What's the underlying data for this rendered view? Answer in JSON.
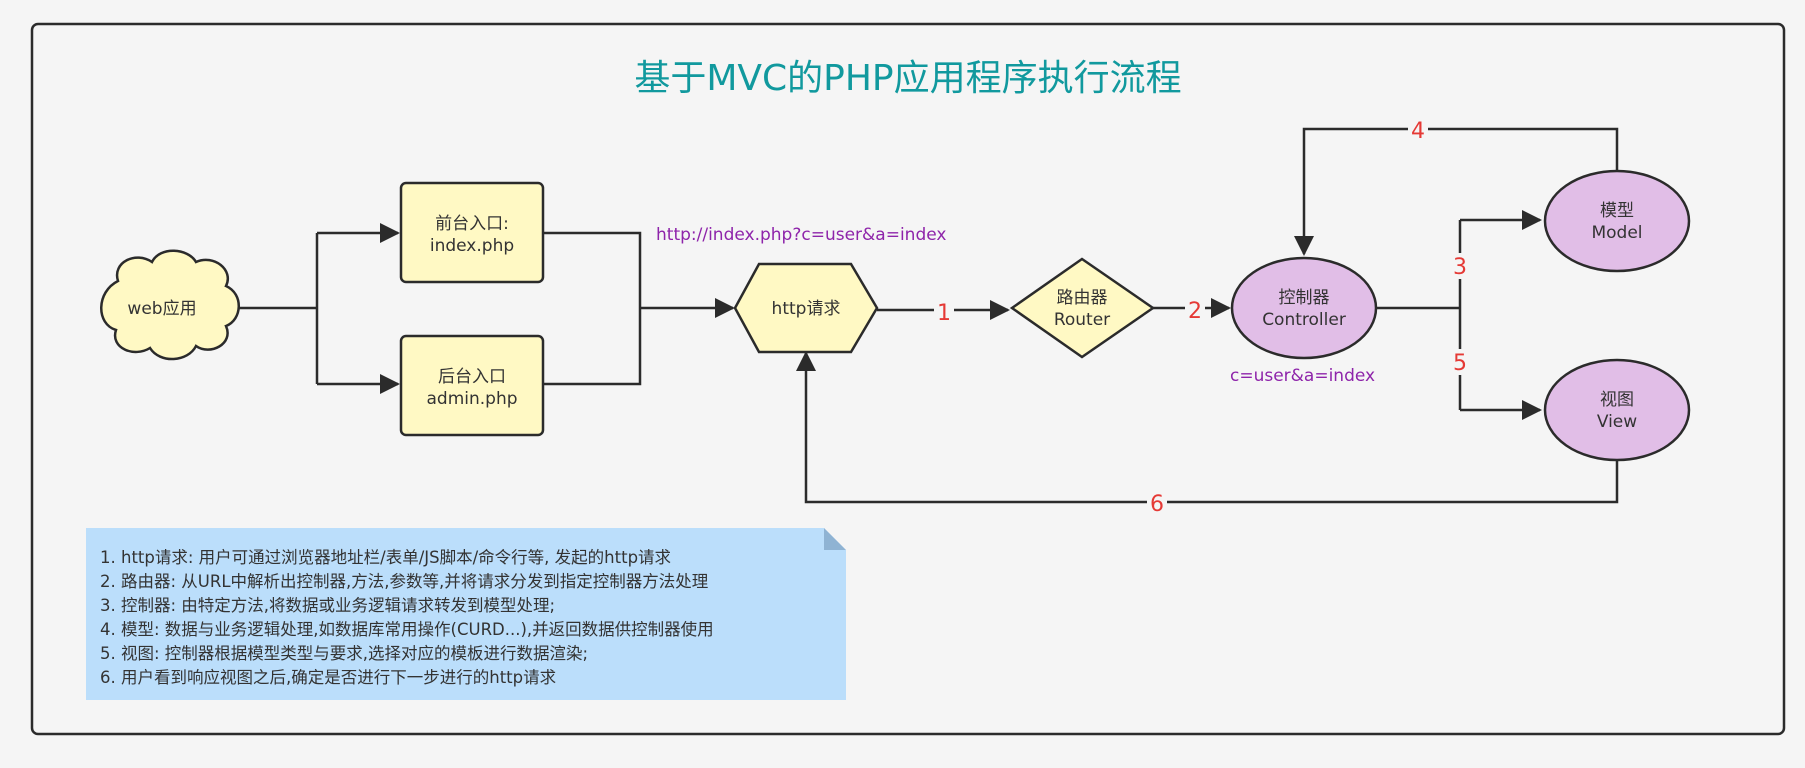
{
  "title": "基于MVC的PHP应用程序执行流程",
  "nodes": {
    "web_app": "web应用",
    "front_entry": [
      "前台入口:",
      "index.php"
    ],
    "back_entry": [
      "后台入口",
      "admin.php"
    ],
    "http_request": "http请求",
    "router": [
      "路由器",
      "Router"
    ],
    "controller": [
      "控制器",
      "Controller"
    ],
    "model": [
      "模型",
      "Model"
    ],
    "view": [
      "视图",
      "View"
    ]
  },
  "annotations": {
    "url": "http://index.php?c=user&a=index",
    "params": "c=user&a=index"
  },
  "steps": [
    "1",
    "2",
    "3",
    "4",
    "5",
    "6"
  ],
  "notes": [
    "1.   http请求: 用户可通过浏览器地址栏/表单/JS脚本/命令行等, 发起的http请求",
    "2.  路由器: 从URL中解析出控制器,方法,参数等,并将请求分发到指定控制器方法处理",
    "3.  控制器: 由特定方法,将数据或业务逻辑请求转发到模型处理;",
    "4.  模型: 数据与业务逻辑处理,如数据库常用操作(CURD...),并返回数据供控制器使用",
    "5.  视图: 控制器根据模型类型与要求,选择对应的模板进行数据渲染;",
    "6. 用户看到响应视图之后,确定是否进行下一步进行的http请求"
  ],
  "colors": {
    "entry_fill": "#fff9c4",
    "mvc_fill": "#e1bee7",
    "note_fill": "#bbdefb",
    "title": "#11999e",
    "step": "#e53935",
    "annotation": "#8e24aa"
  }
}
